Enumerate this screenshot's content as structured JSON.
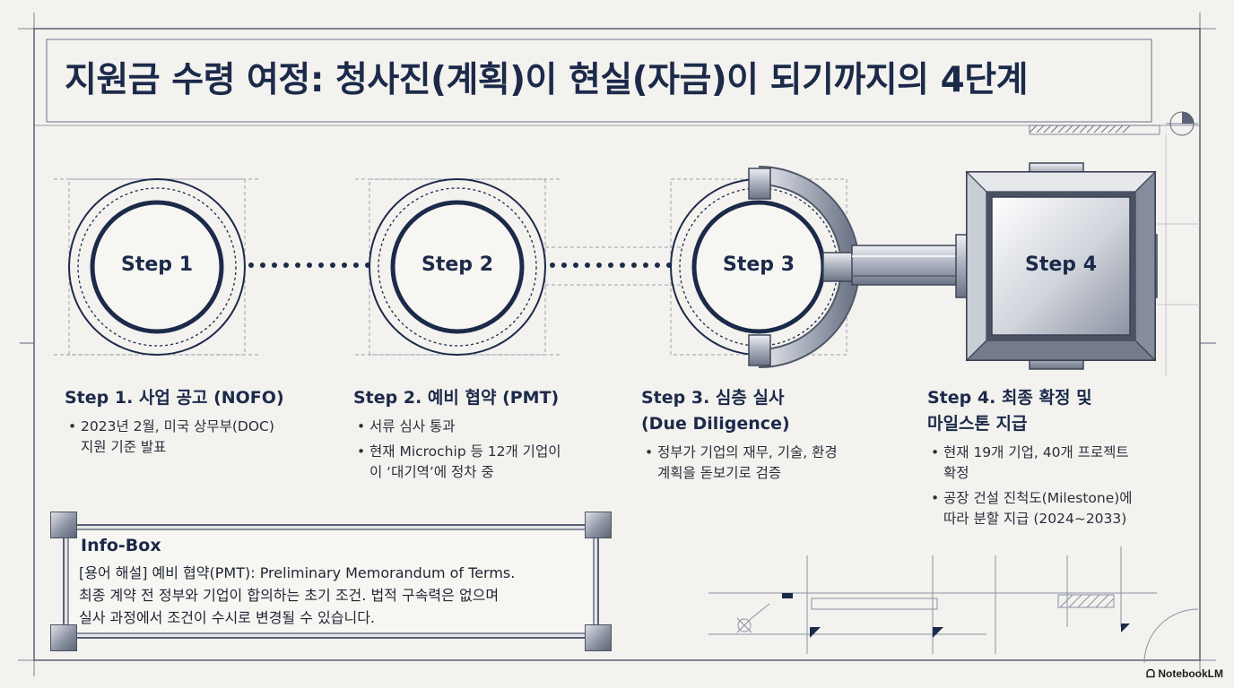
{
  "title": "지원금 수령 여정: 청사진(계획)이 현실(자금)이 되기까지의 4단계",
  "steps": [
    {
      "circle_label": "Step 1",
      "heading": "Step 1. 사업 공고 (NOFO)",
      "bullets": [
        [
          "2023년 2월, 미국 상무부(DOC)",
          "지원 기준 발표"
        ]
      ]
    },
    {
      "circle_label": "Step 2",
      "heading": "Step 2. 예비 협약 (PMT)",
      "bullets": [
        [
          "서류 심사 통과"
        ],
        [
          "현재 Microchip 등 12개 기업이",
          "이 ‘대기역’에 정차 중"
        ]
      ]
    },
    {
      "circle_label": "Step 3",
      "heading": [
        "Step 3. 심층 실사",
        "(Due Diligence)"
      ],
      "bullets": [
        [
          "정부가 기업의 재무, 기술, 환경",
          "계획을 돋보기로 검증"
        ]
      ]
    },
    {
      "circle_label": "Step 4",
      "heading": [
        "Step 4. 최종 확정 및",
        "마일스톤 지급"
      ],
      "bullets": [
        [
          "현재 19개 기업, 40개 프로젝트",
          "확정"
        ],
        [
          "공장 건설 진척도(Milestone)에",
          "따라 분할 지급 (2024~2033)"
        ]
      ]
    }
  ],
  "info_box": {
    "title": "Info-Box",
    "lines": [
      "[용어 해설] 예비 협약(PMT): Preliminary Memorandum of Terms.",
      "최종 계약 전 정부와 기업이 합의하는 초기 조건. 법적 구속력은 없으며",
      "실사 과정에서 조건이 수시로 변경될 수 있습니다."
    ]
  },
  "watermark": "NotebookLM",
  "colors": {
    "navy": "#1c2a4a",
    "background": "#f3f2ee",
    "metal": "#9aa1b0"
  }
}
